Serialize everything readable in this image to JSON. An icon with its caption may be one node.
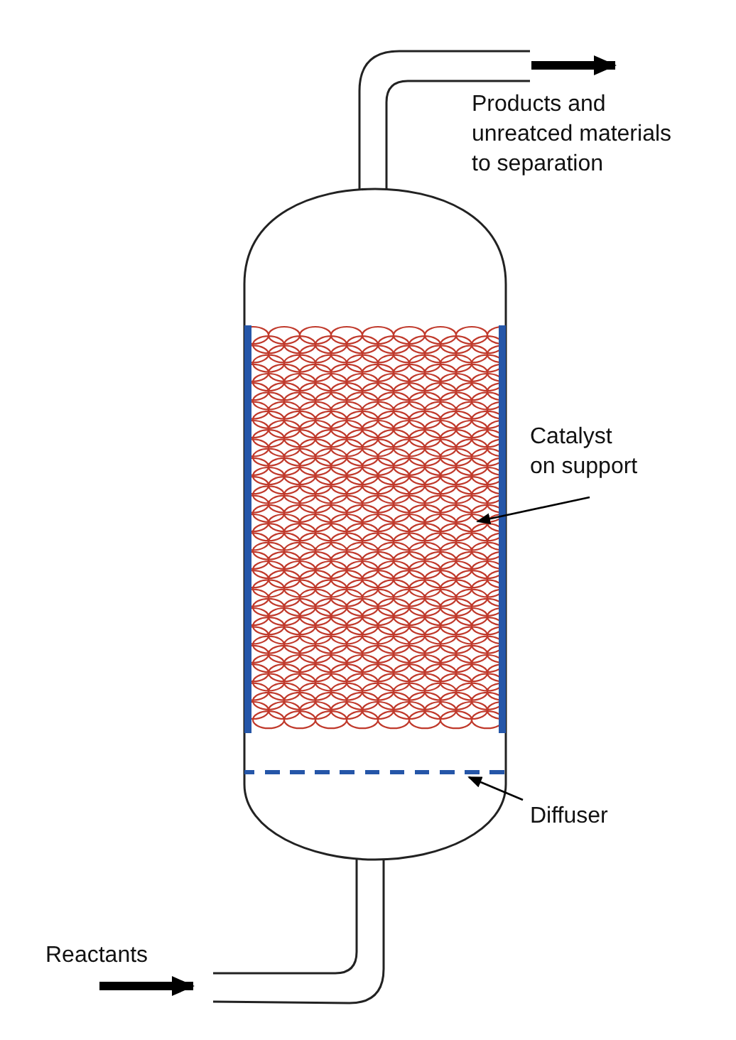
{
  "diagram": {
    "nodes": [
      {
        "text": [
          "Products and unreatced materials to separation"
        ]
      },
      {
        "text": [
          "Catalyst on support"
        ]
      },
      {
        "text": [
          "Diffuser"
        ]
      },
      {
        "text": [
          "Reactants"
        ]
      },
      {
        "text": [],
        "shape": "box"
      },
      {
        "text": [],
        "shape": "bar"
      },
      {
        "text": [],
        "shape": "pipe"
      },
      {
        "text": [],
        "shape": "pipe"
      }
    ],
    "edges": [
      {
        "from": 1,
        "to": 4,
        "arrow": "to"
      },
      {
        "from": 2,
        "to": 5,
        "arrow": "to"
      },
      {
        "from": 6,
        "to": 0,
        "arrow": "to",
        "style": "thick"
      },
      {
        "from": 3,
        "to": 7,
        "arrow": "to",
        "style": "thick"
      }
    ]
  }
}
